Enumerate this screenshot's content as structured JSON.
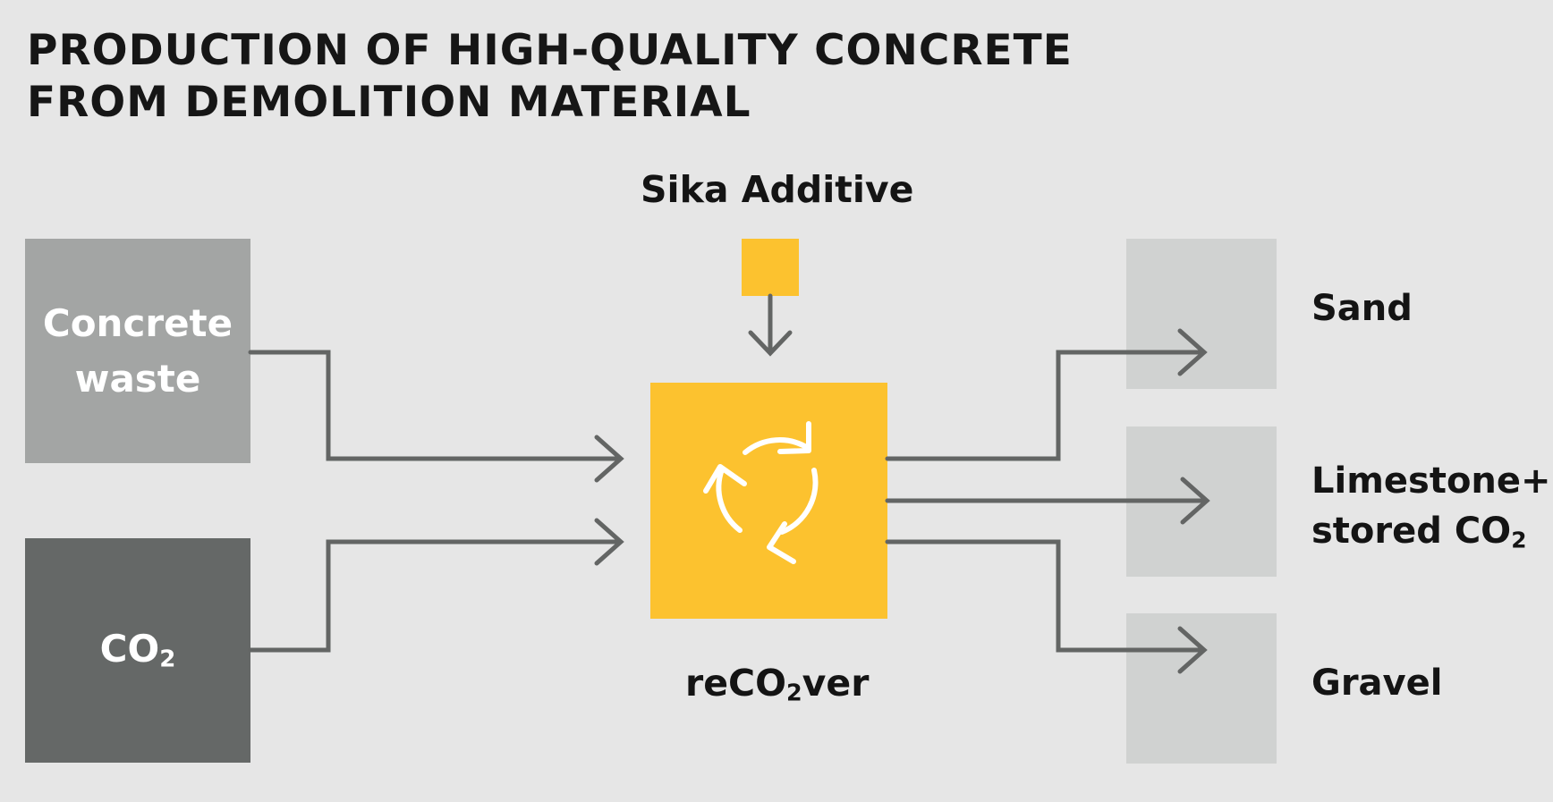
{
  "title": {
    "line1": "PRODUCTION OF HIGH-QUALITY CONCRETE",
    "line2": "FROM DEMOLITION MATERIAL"
  },
  "inputs": {
    "concrete": {
      "line1": "Concrete",
      "line2": "waste"
    },
    "co2": {
      "main": "CO",
      "sub": "2"
    }
  },
  "additive": {
    "label": "Sika Additive"
  },
  "process": {
    "pre": "reCO",
    "sub": "2",
    "post": "ver",
    "icon": "recycle-icon"
  },
  "outputs": {
    "sand": "Sand",
    "limestone": {
      "line1": "Limestone+",
      "line2_main": "stored CO",
      "line2_sub": "2"
    },
    "gravel": "Gravel"
  },
  "colors": {
    "background": "#e6e6e6",
    "concrete_box": "#a3a5a4",
    "co2_box": "#656867",
    "accent_yellow": "#fcc22f",
    "output_box": "#d0d2d1",
    "arrow": "#636564"
  }
}
